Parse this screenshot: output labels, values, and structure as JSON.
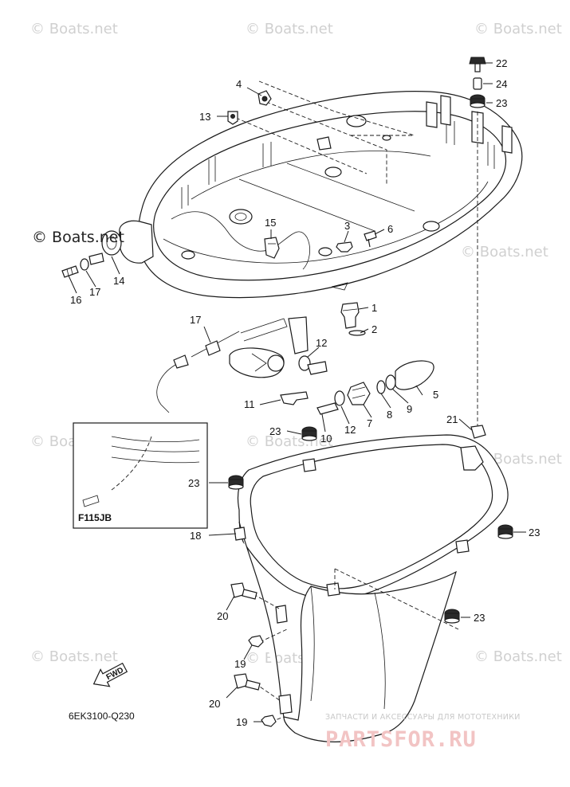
{
  "watermarks": {
    "text": "© Boats.net",
    "dark_text": "© Boats.net"
  },
  "inset": {
    "label": "F115JB"
  },
  "figure_code": "6EK3100-Q230",
  "fwd_label": "FWD",
  "shop": {
    "tagline": "ЗАПЧАСТИ И АКСЕССУАРЫ ДЛЯ МОТОТЕХНИКИ",
    "logo": "PARTSFOR.RU"
  },
  "callouts": {
    "c1": "1",
    "c2": "2",
    "c3": "3",
    "c4": "4",
    "c5": "5",
    "c6": "6",
    "c7": "7",
    "c8": "8",
    "c9": "9",
    "c10": "10",
    "c11": "11",
    "c12a": "12",
    "c12b": "12",
    "c13": "13",
    "c14": "14",
    "c15": "15",
    "c16": "16",
    "c17a": "17",
    "c17b": "17",
    "c18": "18",
    "c19a": "19",
    "c19b": "19",
    "c20a": "20",
    "c20b": "20",
    "c21": "21",
    "c22": "22",
    "c23a": "23",
    "c23b": "23",
    "c23c": "23",
    "c23d": "23",
    "c23e": "23",
    "c24": "24"
  }
}
